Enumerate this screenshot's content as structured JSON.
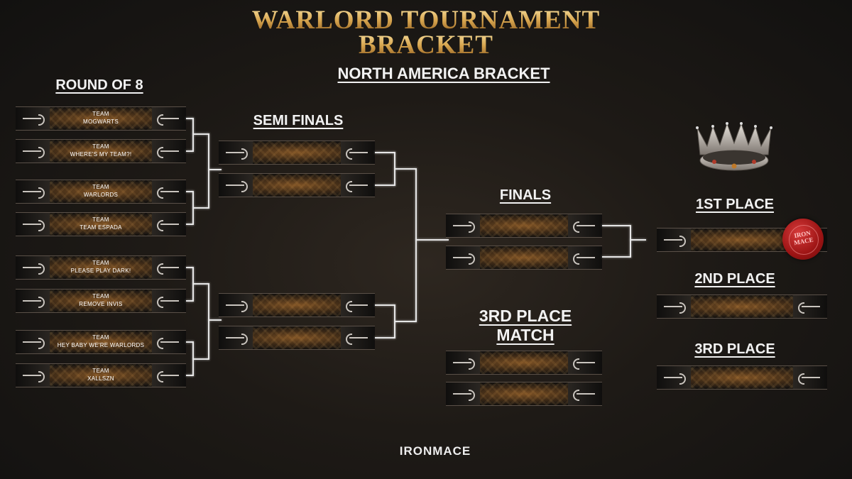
{
  "title_line1": "WARLORD TOURNAMENT",
  "title_line2": "BRACKET",
  "subtitle": "NORTH AMERICA BRACKET",
  "headers": {
    "round_of_8": "ROUND OF 8",
    "semi_finals": "SEMI FINALS",
    "finals": "FINALS",
    "third_match_line1": "3RD PLACE",
    "third_match_line2": "MATCH",
    "first_place": "1ST PLACE",
    "second_place": "2ND PLACE",
    "third_place": "3RD PLACE"
  },
  "round_of_8": [
    {
      "label": "TEAM",
      "name": "MOGWARTS"
    },
    {
      "label": "TEAM",
      "name": "WHERE'S MY TEAM?!"
    },
    {
      "label": "TEAM",
      "name": "WARLORDS"
    },
    {
      "label": "TEAM",
      "name": "TEAM ESPADA"
    },
    {
      "label": "TEAM",
      "name": "PLEASE PLAY DARK!"
    },
    {
      "label": "TEAM",
      "name": "REMOVE INVIS"
    },
    {
      "label": "TEAM",
      "name": "HEY BABY WE'RE WARLORDS"
    },
    {
      "label": "TEAM",
      "name": "XALLSZN"
    }
  ],
  "seal_text_line1": "IRON",
  "seal_text_line2": "MACE",
  "logo_text": "IRONMACE",
  "icons": {
    "crown": "crown-icon",
    "seal": "wax-seal-icon"
  }
}
